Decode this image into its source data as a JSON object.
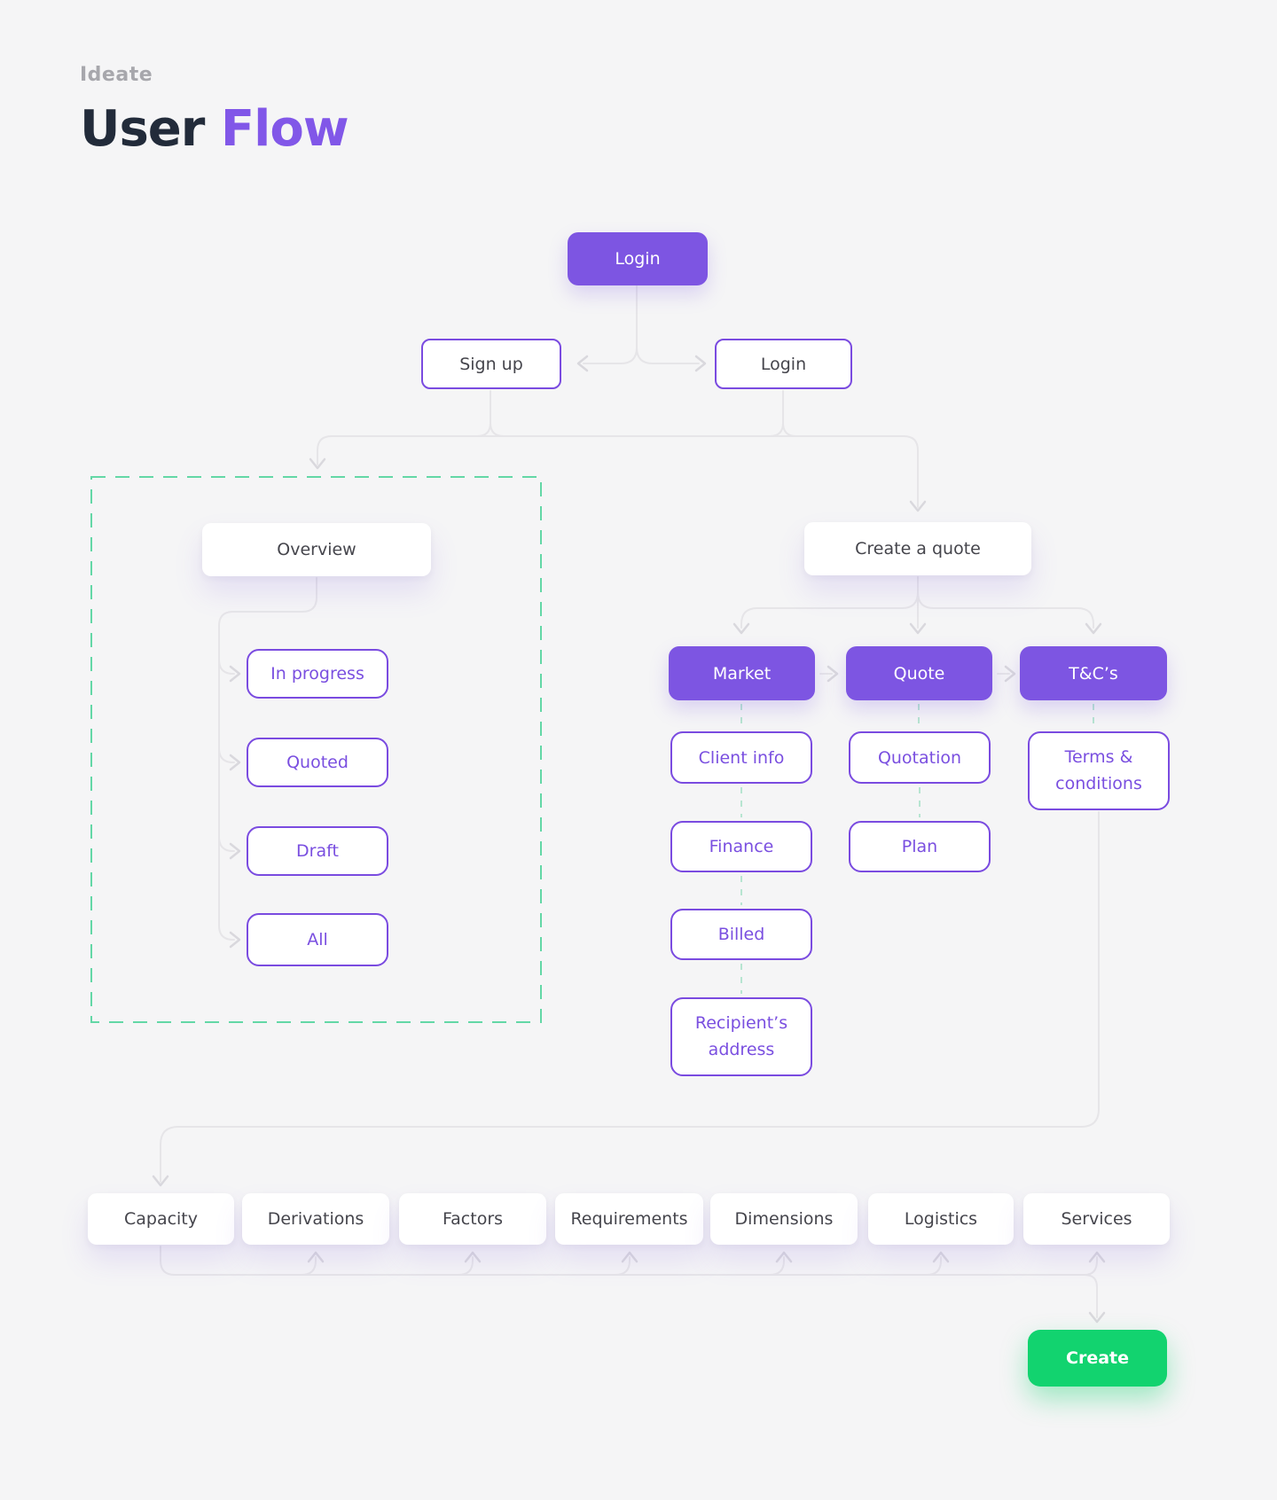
{
  "header": {
    "eyebrow": "Ideate",
    "title_primary": "User ",
    "title_accent": "Flow"
  },
  "nodes": {
    "login_top": "Login",
    "sign_up": "Sign up",
    "login": "Login",
    "overview": "Overview",
    "in_progress": "In progress",
    "quoted": "Quoted",
    "draft": "Draft",
    "all": "All",
    "create_quote": "Create a quote",
    "market": "Market",
    "quote": "Quote",
    "tcs": "T&C’s",
    "client_info": "Client info",
    "finance": "Finance",
    "billed": "Billed",
    "recipients_address": "Recipient’s address",
    "quotation": "Quotation",
    "plan": "Plan",
    "terms_conditions": "Terms & conditions",
    "capacity": "Capacity",
    "derivations": "Derivations",
    "factors": "Factors",
    "requirements": "Requirements",
    "dimensions": "Dimensions",
    "logistics": "Logistics",
    "services": "Services",
    "create": "Create"
  },
  "colors": {
    "background": "#f5f5f6",
    "accent_purple_fill": "#7d55e2",
    "outline_purple": "#7a4be0",
    "green_button": "#12d36f",
    "group_dashed_border": "#63d7a6",
    "connector_gray": "#e6e5e8",
    "connector_teal_dashed": "#b7e5d1",
    "title_dark": "#222b3a",
    "title_accent": "#8157e8",
    "eyebrow_gray": "#a7a7ac"
  }
}
